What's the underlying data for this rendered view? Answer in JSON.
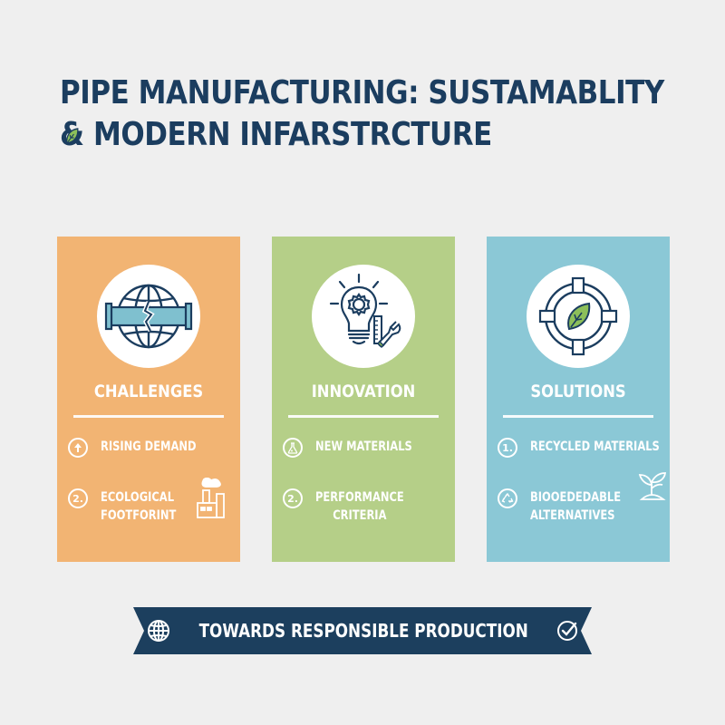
{
  "title": {
    "line1": "PIPE MANUFACTURING: SUSTAMABLITY",
    "line2_amp": "&",
    "line2": "MODERN INFARSTRCTURE",
    "color": "#1b3d5f",
    "leaf_icon": "leaf-icon"
  },
  "cards": [
    {
      "heading": "CHALLENGES",
      "color": "#f2b473",
      "icon": "broken-pipe-globe-icon",
      "items": [
        {
          "badge_icon": "up-arrow-icon",
          "badge": "↑",
          "text": [
            "RISING DEMAND"
          ]
        },
        {
          "badge_icon": "number-2-icon",
          "badge": "2.",
          "text": [
            "ECOLOGICAL",
            "FOOTFORINT"
          ],
          "side_icon": "factory-icon"
        }
      ]
    },
    {
      "heading": "INNOVATION",
      "color": "#b5cf88",
      "icon": "lightbulb-gear-tools-icon",
      "items": [
        {
          "badge_icon": "flask-icon",
          "badge": "",
          "text": [
            "NEW MATERIALS"
          ]
        },
        {
          "badge_icon": "number-2-icon",
          "badge": "2.",
          "text": [
            "PERFORMANCE",
            "CRITERIA"
          ]
        }
      ]
    },
    {
      "heading": "SOLUTIONS",
      "color": "#8bc8d6",
      "icon": "pipe-ring-leaf-icon",
      "items": [
        {
          "badge_icon": "number-1-icon",
          "badge": "1.",
          "text": [
            "RECYCLED MATERIALS"
          ]
        },
        {
          "badge_icon": "recycle-icon",
          "badge": "",
          "text": [
            "BIOOEDEDABLE",
            "ALTERNATIVES"
          ],
          "side_icon": "sprout-icon"
        }
      ]
    }
  ],
  "banner": {
    "label": "TOWARDS RESPONSIBLE PRODUCTION",
    "left_icon": "globe-icon",
    "right_icon": "check-circle-icon",
    "color": "#1c3f5e"
  }
}
